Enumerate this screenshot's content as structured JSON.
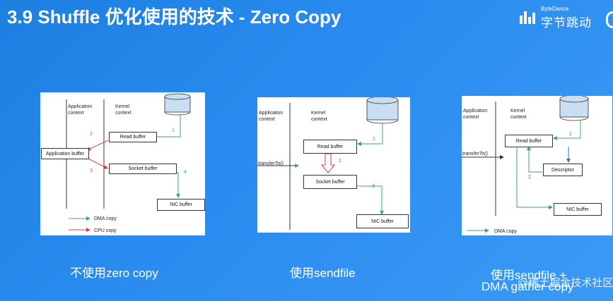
{
  "title": "3.9 Shuffle 优化使用的技术 - Zero Copy",
  "logo": {
    "small": "ByteDance",
    "big": "字节跳动"
  },
  "panel1": {
    "app_context": "Application\ncontext",
    "kernel_context": "Kernel\ncontext",
    "read_buffer": "Read buffer",
    "application_buffer": "Application buffer",
    "socket_buffer": "Socket buffer",
    "nic_buffer": "NIC buffer",
    "n1": "1",
    "n2": "2",
    "n3": "3",
    "n4": "4",
    "legend_dma": "DMA copy",
    "legend_cpu": "CPU copy"
  },
  "panel2": {
    "app_context": "Application\ncontext",
    "kernel_context": "Kernel\ncontext",
    "transfer_to": "transferTo()",
    "read_buffer": "Read buffer",
    "socket_buffer": "Socket buffer",
    "nic_buffer": "NIC buffer",
    "n1": "1",
    "n2": "2",
    "n3": "3"
  },
  "panel3": {
    "app_context": "Application\ncontext",
    "kernel_context": "Kernel\ncontext",
    "transfer_to": "transferTo()",
    "read_buffer": "Read buffer",
    "descriptor": "Descriptor",
    "nic_buffer": "NIC buffer",
    "n1": "1",
    "n2": "2",
    "legend_dma": "DMA copy"
  },
  "captions": {
    "c1": "不使用zero copy",
    "c2": "使用sendfile",
    "c3_line1": "使用sendfile +",
    "c3_line2": "DMA gather copy"
  },
  "watermark": "@稀土掘金技术社区",
  "colors": {
    "dma": "#3aa86a",
    "cpu": "#e03c3c",
    "disk": "#c9ddf3"
  }
}
